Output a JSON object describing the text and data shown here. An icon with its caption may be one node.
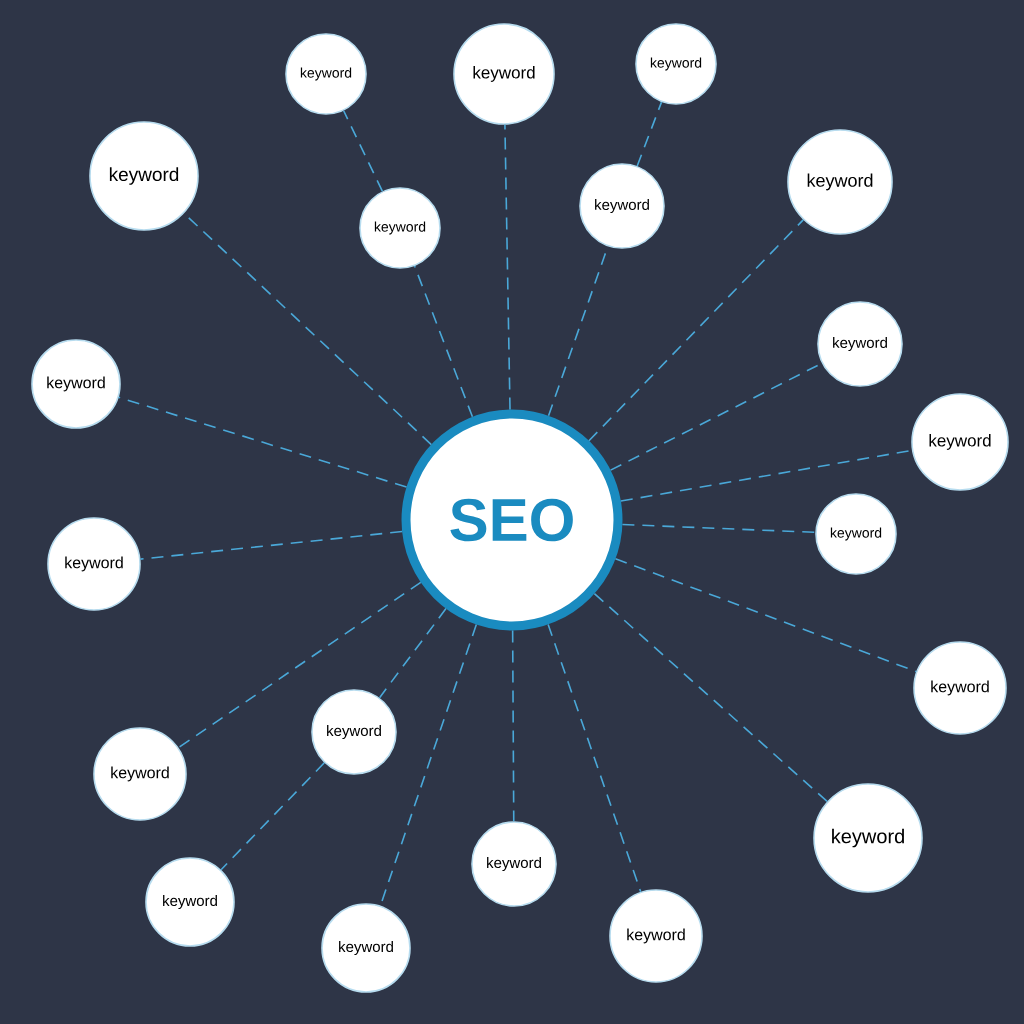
{
  "diagram": {
    "nodes": [
      {
        "text": [
          "SEO"
        ]
      },
      {
        "text": [
          "keyword"
        ]
      },
      {
        "text": [
          "keyword"
        ]
      },
      {
        "text": [
          "keyword"
        ]
      },
      {
        "text": [
          "keyword"
        ]
      },
      {
        "text": [
          "keyword"
        ]
      },
      {
        "text": [
          "keyword"
        ]
      },
      {
        "text": [
          "keyword"
        ]
      },
      {
        "text": [
          "keyword"
        ]
      },
      {
        "text": [
          "keyword"
        ]
      },
      {
        "text": [
          "keyword"
        ]
      },
      {
        "text": [
          "keyword"
        ]
      },
      {
        "text": [
          "keyword"
        ]
      },
      {
        "text": [
          "keyword"
        ]
      },
      {
        "text": [
          "keyword"
        ]
      },
      {
        "text": [
          "keyword"
        ]
      },
      {
        "text": [
          "keyword"
        ]
      },
      {
        "text": [
          "keyword"
        ]
      },
      {
        "text": [
          "keyword"
        ]
      },
      {
        "text": [
          "keyword"
        ]
      },
      {
        "text": [
          "keyword"
        ]
      }
    ],
    "edges": [
      {
        "from": 0,
        "to": 5,
        "arrow": "none"
      },
      {
        "from": 5,
        "to": 1,
        "arrow": "none"
      },
      {
        "from": 0,
        "to": 2,
        "arrow": "none"
      },
      {
        "from": 0,
        "to": 6,
        "arrow": "none"
      },
      {
        "from": 6,
        "to": 3,
        "arrow": "none"
      },
      {
        "from": 0,
        "to": 4,
        "arrow": "none"
      },
      {
        "from": 0,
        "to": 7,
        "arrow": "none"
      },
      {
        "from": 0,
        "to": 8,
        "arrow": "none"
      },
      {
        "from": 0,
        "to": 9,
        "arrow": "none"
      },
      {
        "from": 0,
        "to": 10,
        "arrow": "none"
      },
      {
        "from": 0,
        "to": 11,
        "arrow": "none"
      },
      {
        "from": 0,
        "to": 12,
        "arrow": "none"
      },
      {
        "from": 0,
        "to": 13,
        "arrow": "none"
      },
      {
        "from": 0,
        "to": 14,
        "arrow": "none"
      },
      {
        "from": 14,
        "to": 18,
        "arrow": "none"
      },
      {
        "from": 0,
        "to": 15,
        "arrow": "none"
      },
      {
        "from": 0,
        "to": 16,
        "arrow": "none"
      },
      {
        "from": 0,
        "to": 17,
        "arrow": "none"
      },
      {
        "from": 0,
        "to": 19,
        "arrow": "none"
      },
      {
        "from": 0,
        "to": 20,
        "arrow": "none"
      }
    ]
  }
}
